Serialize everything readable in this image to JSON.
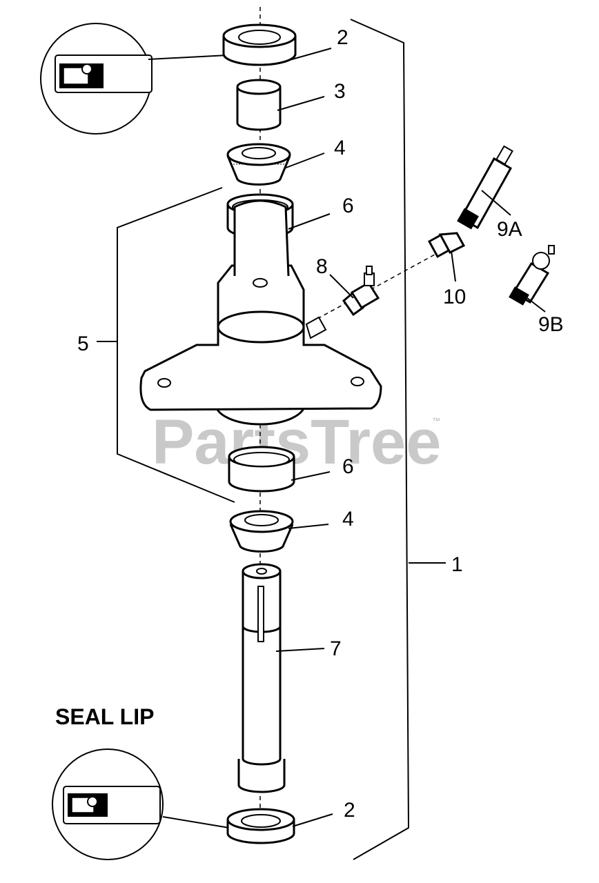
{
  "heading": "SEAL LIP",
  "watermark": "PartsTree",
  "watermark_tm": "™",
  "callouts": {
    "c1": "1",
    "c2_top": "2",
    "c2_bottom": "2",
    "c3": "3",
    "c4_top": "4",
    "c4_bottom": "4",
    "c5": "5",
    "c6_top": "6",
    "c6_bottom": "6",
    "c7": "7",
    "c8": "8",
    "c9a": "9A",
    "c9b": "9B",
    "c10": "10"
  }
}
